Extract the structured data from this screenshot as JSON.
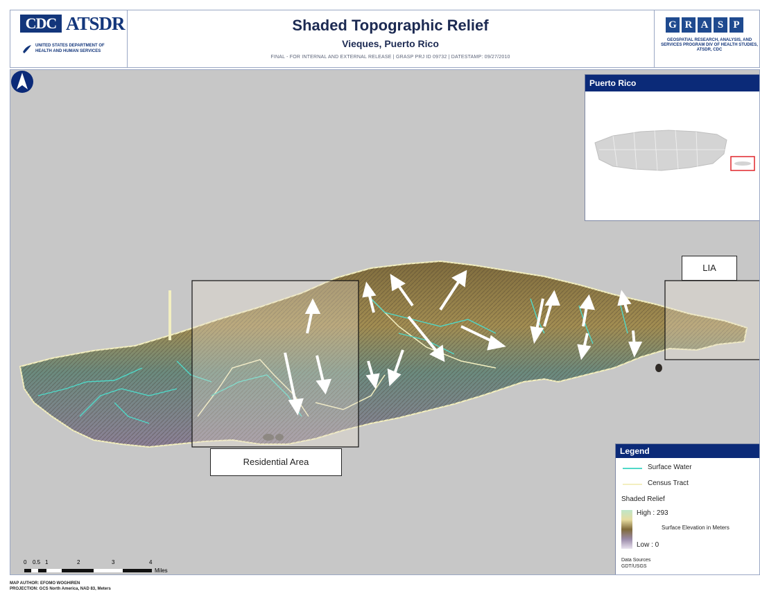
{
  "header": {
    "cdc_logo": "CDC",
    "atsdr_logo": "ATSDR",
    "hhs_text": "UNITED STATES DEPARTMENT OF HEALTH AND HUMAN SERVICES",
    "title": "Shaded Topographic Relief",
    "subtitle": "Vieques, Puerto Rico",
    "release_line": "FINAL - FOR INTERNAL AND EXTERNAL RELEASE | GRASP PRJ ID 09732 | DATESTAMP: 09/27/2010",
    "grasp_letters": [
      "G",
      "R",
      "A",
      "S",
      "P"
    ],
    "grasp_text": "GEOSPATIAL RESEARCH, ANALYSIS, AND SERVICES PROGRAM DIV OF HEALTH STUDIES, ATSDR, CDC"
  },
  "map": {
    "north_arrow_icon": "north-arrow-icon",
    "colors": {
      "background": "#c7c7c7",
      "surface_water": "#4fd8c8",
      "census_tract": "#f3efc0",
      "callout_arrow": "#ffffff"
    }
  },
  "inset": {
    "title": "Puerto Rico",
    "highlight_color": "#e0262b"
  },
  "callouts": {
    "lia": "LIA",
    "residential": "Residential Area"
  },
  "legend": {
    "title": "Legend",
    "surface_water": "Surface Water",
    "census_tract": "Census Tract",
    "shaded_relief": "Shaded Relief",
    "high": "High : 293",
    "elevation_label": "Surface Elevation in Meters",
    "low": "Low : 0",
    "sources_label": "Data Sources",
    "sources_value": "GDT/USGS"
  },
  "scale": {
    "ticks": [
      "0",
      "0.5",
      "1",
      "2",
      "3",
      "4"
    ],
    "unit": "Miles"
  },
  "footer": {
    "author": "MAP AUTHOR: EFOMO WOGHIREN",
    "projection": "PROJECTION: GCS North America, NAD 83, Meters"
  }
}
